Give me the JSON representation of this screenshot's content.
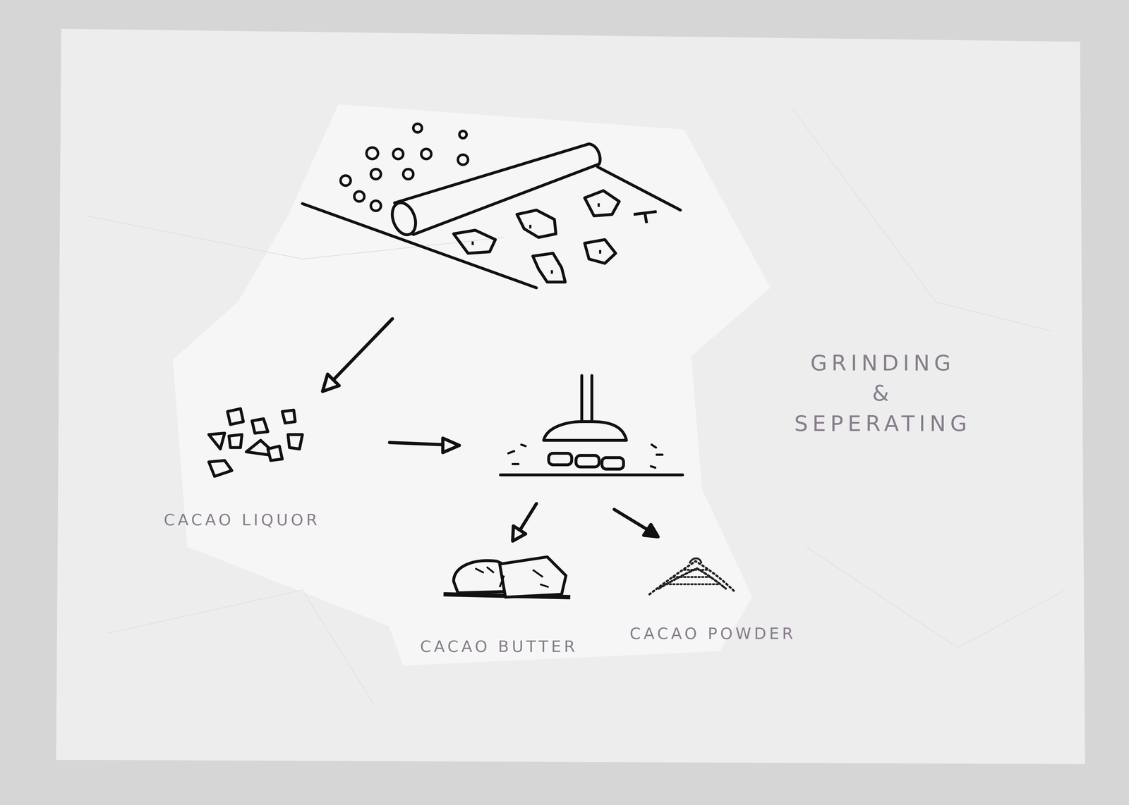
{
  "diagram": {
    "title": "GRINDING & SEPERATING",
    "labels": [
      "CACAO LIQUOR",
      "CACAO BUTTER",
      "CACAO POWDER"
    ]
  }
}
